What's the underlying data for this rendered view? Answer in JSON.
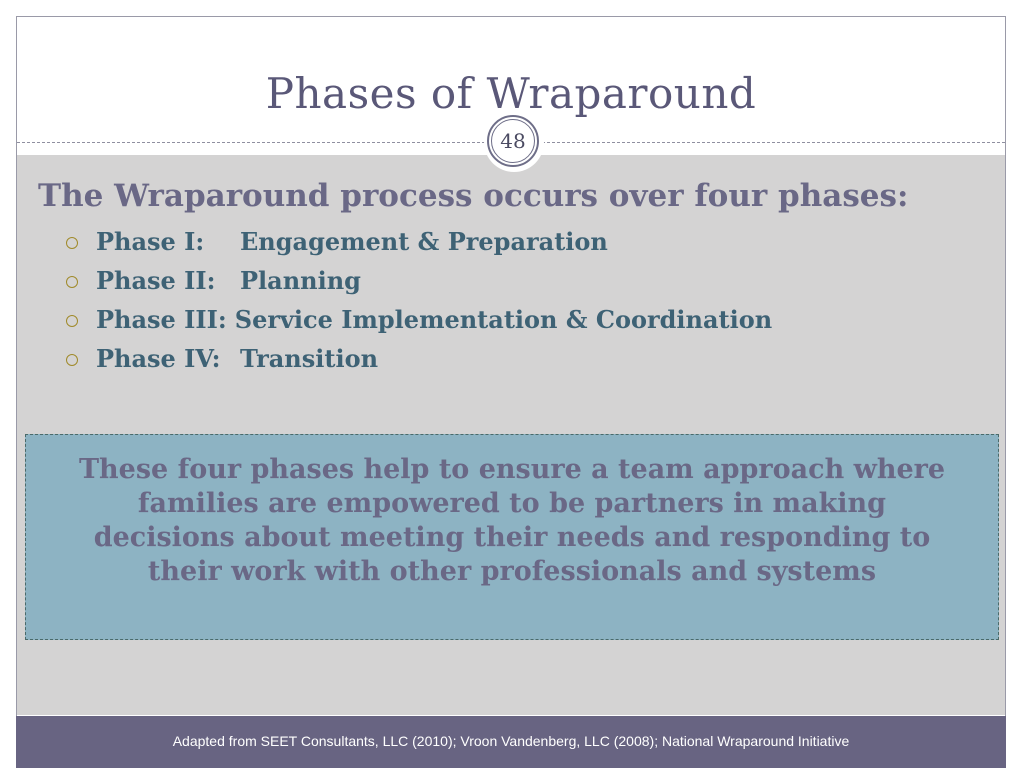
{
  "slide": {
    "title": "Phases of Wraparound",
    "page_number": "48"
  },
  "content": {
    "heading": "The Wraparound process occurs over four phases:",
    "phases": [
      {
        "label": "Phase I:",
        "name": "Engagement & Preparation"
      },
      {
        "label": "Phase II:",
        "name": "Planning"
      },
      {
        "label": "Phase III:",
        "name": "Service Implementation & Coordination"
      },
      {
        "label": "Phase IV:",
        "name": "Transition"
      }
    ],
    "callout": "These four phases help to ensure a team approach where families are empowered to be partners in making decisions about meeting their needs and responding to their work with other professionals and systems"
  },
  "footer": {
    "citation": "Adapted from SEET Consultants, LLC (2010); Vroon Vandenberg, LLC (2008); National Wraparound Initiative"
  },
  "colors": {
    "title": "#5a5878",
    "content_background": "#d4d3d3",
    "callout_background": "#8db3c3",
    "footer_background": "#686482",
    "bullet": "#a08a2a"
  }
}
